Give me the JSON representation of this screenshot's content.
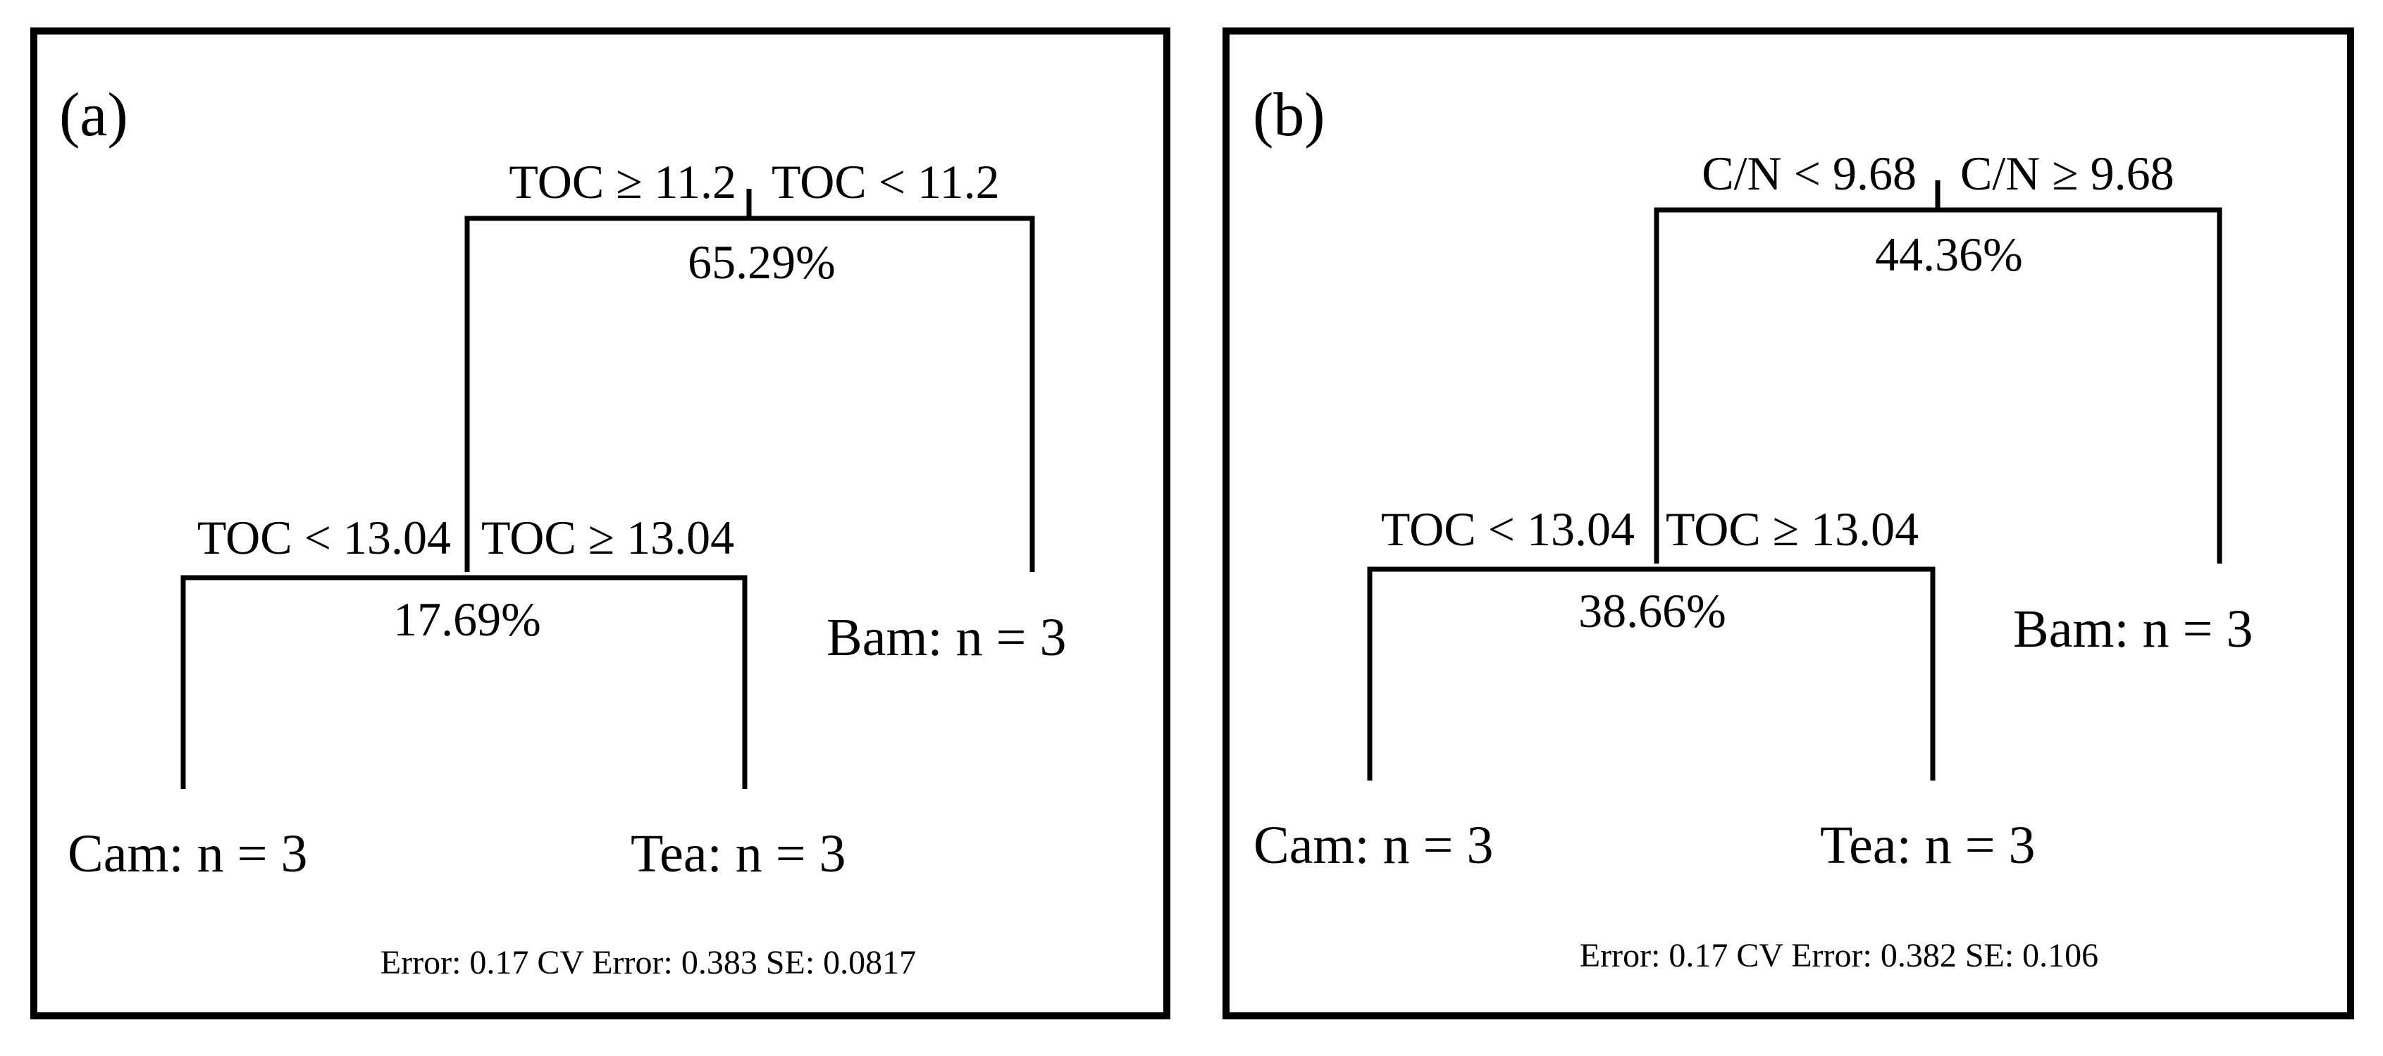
{
  "panels": [
    {
      "id": "a",
      "label": "(a)",
      "root": {
        "left_condition": "TOC ≥ 11.2",
        "right_condition": "TOC < 11.2",
        "percent": "65.29%"
      },
      "inner": {
        "left_condition": "TOC < 13.04",
        "right_condition": "TOC ≥ 13.04",
        "percent": "17.69%"
      },
      "leaves": {
        "left": "Cam: n = 3",
        "middle": "Tea: n = 3",
        "right": "Bam: n = 3"
      },
      "error": "Error: 0.17 CV Error: 0.383 SE: 0.0817"
    },
    {
      "id": "b",
      "label": "(b)",
      "root": {
        "left_condition": "C/N < 9.68",
        "right_condition": "C/N ≥ 9.68",
        "percent": "44.36%"
      },
      "inner": {
        "left_condition": "TOC < 13.04",
        "right_condition": "TOC ≥ 13.04",
        "percent": "38.66%"
      },
      "leaves": {
        "left": "Cam: n = 3",
        "middle": "Tea: n = 3",
        "right": "Bam: n = 3"
      },
      "error": "Error: 0.17 CV Error: 0.382 SE: 0.106"
    }
  ]
}
